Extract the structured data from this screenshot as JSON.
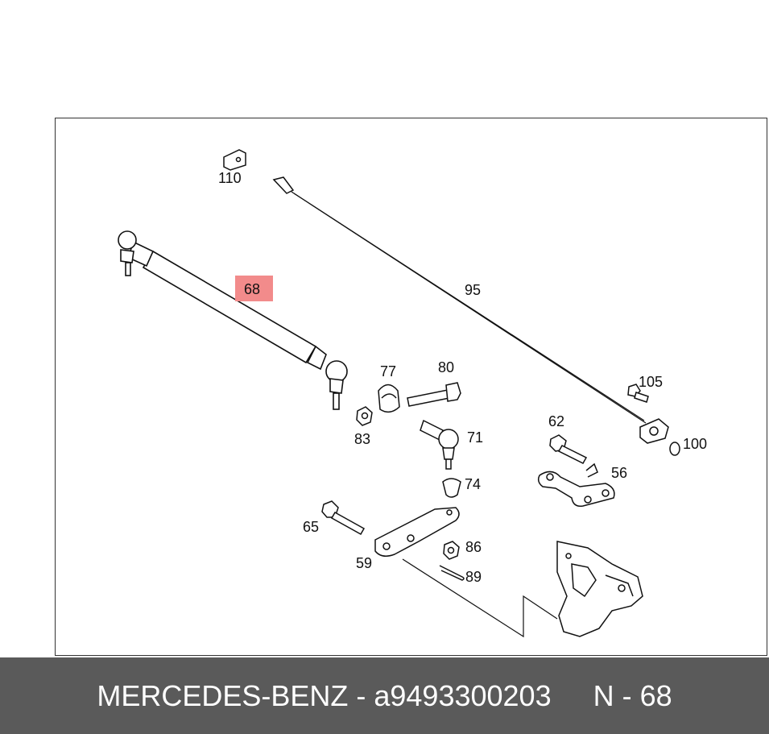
{
  "diagram": {
    "highlighted_part": "68",
    "callouts": {
      "p110": "110",
      "p95": "95",
      "p68": "68",
      "p77": "77",
      "p80": "80",
      "p83": "83",
      "p71": "71",
      "p105": "105",
      "p100": "100",
      "p62": "62",
      "p56": "56",
      "p74": "74",
      "p65": "65",
      "p86": "86",
      "p59": "59",
      "p89": "89"
    }
  },
  "footer": {
    "brand_part": "MERCEDES-BENZ - a9493300203",
    "ref": "N - 68"
  },
  "colors": {
    "highlight": "#f28b8b",
    "footer_bg": "#5a5a5a",
    "footer_text": "#ffffff"
  }
}
